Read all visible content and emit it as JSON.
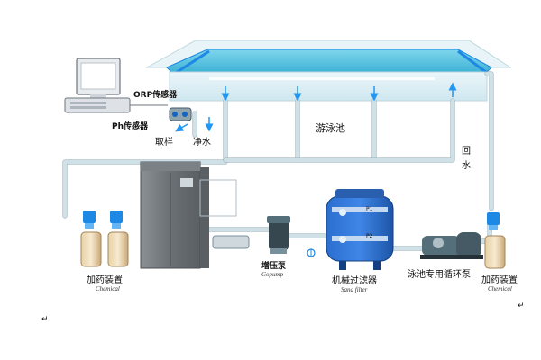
{
  "labels": {
    "orp_sensor": "ORP传感器",
    "ph_sensor": "Ph传感器",
    "sampling": "取样",
    "clean_water": "净水",
    "pool": "游泳池",
    "return_water_1": "回",
    "return_water_2": "水",
    "booster_pump": "增压泵",
    "booster_pump_en": "Gopump",
    "sand_filter": "机械过滤器",
    "sand_filter_en": "Sand filter",
    "circulation_pump": "泳池专用循环泵",
    "dosing_left": "加药装置",
    "dosing_left_en": "Chemical",
    "dosing_right": "加药装置",
    "dosing_right_en": "Chemical",
    "gauge_p1": "P1",
    "gauge_p2": "P2",
    "paragraph_mark": "↵"
  },
  "colors": {
    "pipe": "#cfe0e6",
    "pool_water": "#4fc3e0",
    "pool_edge": "#1e88e5",
    "filter_blue": "#1f5fb8",
    "cabinet": "#6e7378"
  },
  "icons": {
    "computer": "computer-icon",
    "flow": "arrow-icon"
  }
}
